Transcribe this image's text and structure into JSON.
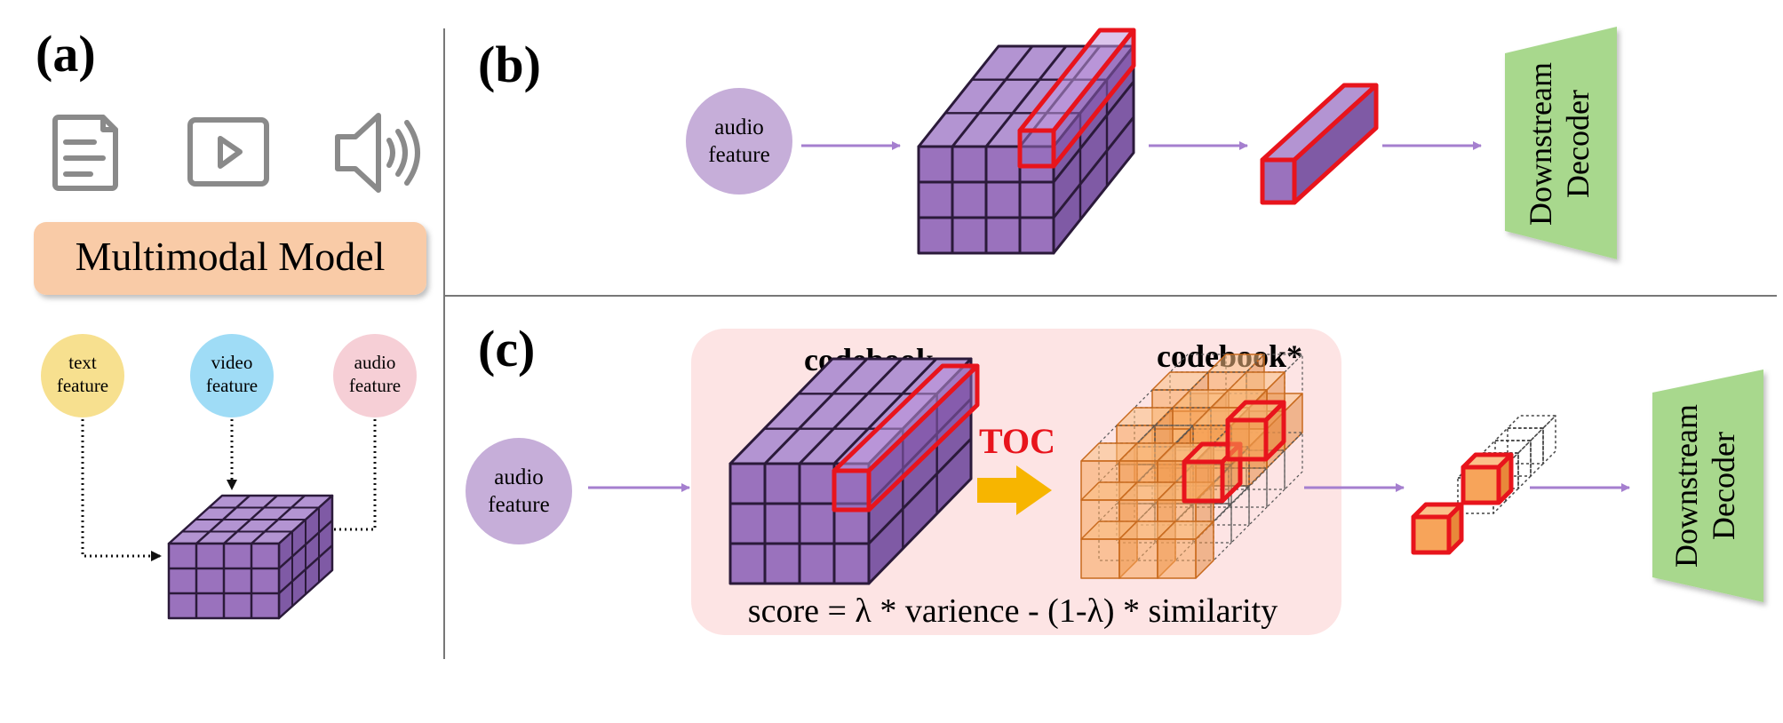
{
  "panel_a": {
    "label": "(a)",
    "modality_icons": [
      "document-icon",
      "video-play-icon",
      "speaker-icon"
    ],
    "model_box": "Multimodal Model",
    "features": [
      {
        "line1": "text",
        "line2": "feature",
        "color": "#f7e08f"
      },
      {
        "line1": "video",
        "line2": "feature",
        "color": "#9fdcf6"
      },
      {
        "line1": "audio",
        "line2": "feature",
        "color": "#f6cfd6"
      }
    ]
  },
  "panel_b": {
    "label": "(b)",
    "input": {
      "line1": "audio",
      "line2": "feature"
    },
    "decoder": {
      "line1": "Downstream",
      "line2": "Decoder"
    }
  },
  "panel_c": {
    "label": "(c)",
    "input": {
      "line1": "audio",
      "line2": "feature"
    },
    "codebook_label": "codebook",
    "codebook_star_label": "codebook*",
    "operator_label": "TOC",
    "formula": "score = λ * varience - (1-λ) * similarity",
    "decoder": {
      "line1": "Downstream",
      "line2": "Decoder"
    }
  },
  "colors": {
    "purple_front": "#9a72bd",
    "purple_top": "#b394d2",
    "purple_side": "#7f5aa5",
    "orange": "#f7a45a",
    "highlight": "#e8141c",
    "arrow": "#a57fcf",
    "decoder": "#a8d88d",
    "model_box": "#f9cba7",
    "feature_circle": "#c6aed9",
    "toc_arrow": "#f7b500",
    "toc_text": "#e8141c",
    "panel_c_bg": "#fde4e4"
  }
}
